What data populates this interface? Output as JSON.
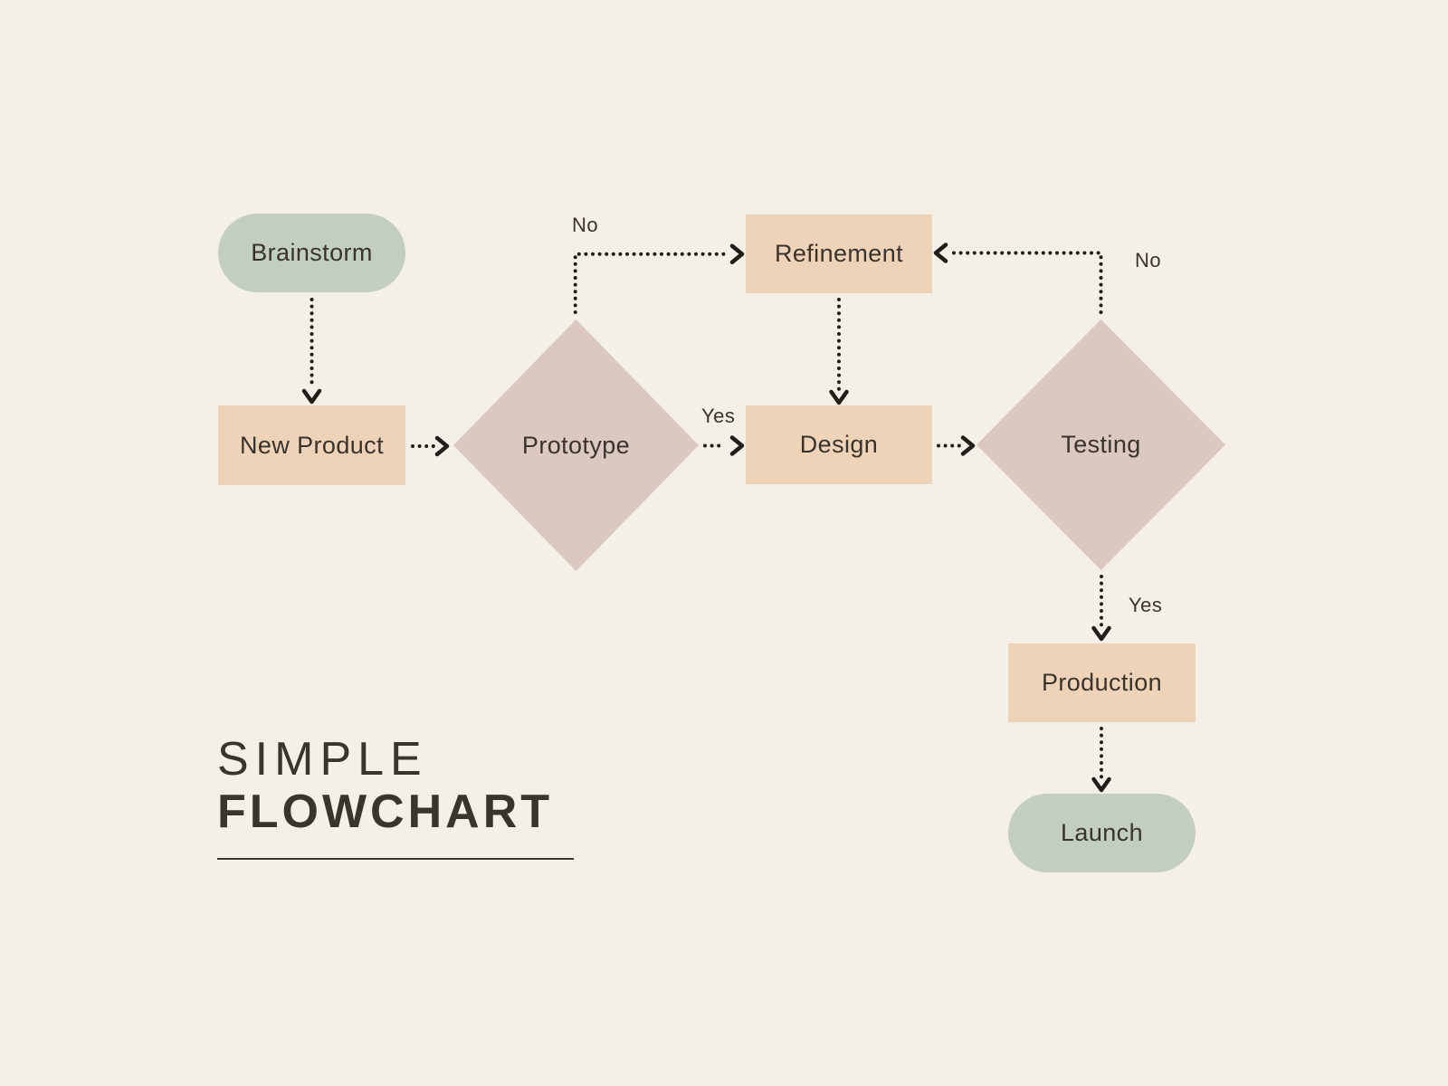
{
  "title": {
    "line1": "SIMPLE",
    "line2": "FLOWCHART"
  },
  "colors": {
    "bg": "#f4efe7",
    "green": "#c2cec2",
    "peach": "#eed3b8",
    "rose": "#dbc8c0",
    "ink": "#211d1a",
    "text": "#3a332c",
    "title": "#39342d"
  },
  "nodes": {
    "brainstorm": {
      "label": "Brainstorm",
      "shape": "pill",
      "color": "green"
    },
    "new_product": {
      "label": "New Product",
      "shape": "rect",
      "color": "peach"
    },
    "prototype": {
      "label": "Prototype",
      "shape": "diamond",
      "color": "rose"
    },
    "refinement": {
      "label": "Refinement",
      "shape": "rect",
      "color": "peach"
    },
    "design": {
      "label": "Design",
      "shape": "rect",
      "color": "peach"
    },
    "testing": {
      "label": "Testing",
      "shape": "diamond",
      "color": "rose"
    },
    "production": {
      "label": "Production",
      "shape": "rect",
      "color": "peach"
    },
    "launch": {
      "label": "Launch",
      "shape": "pill",
      "color": "green"
    }
  },
  "edges": [
    {
      "from": "brainstorm",
      "to": "new_product",
      "label": ""
    },
    {
      "from": "new_product",
      "to": "prototype",
      "label": ""
    },
    {
      "from": "prototype",
      "to": "refinement",
      "label": "No"
    },
    {
      "from": "prototype",
      "to": "design",
      "label": "Yes"
    },
    {
      "from": "refinement",
      "to": "design",
      "label": ""
    },
    {
      "from": "design",
      "to": "testing",
      "label": ""
    },
    {
      "from": "testing",
      "to": "refinement",
      "label": "No"
    },
    {
      "from": "testing",
      "to": "production",
      "label": "Yes"
    },
    {
      "from": "production",
      "to": "launch",
      "label": ""
    }
  ]
}
